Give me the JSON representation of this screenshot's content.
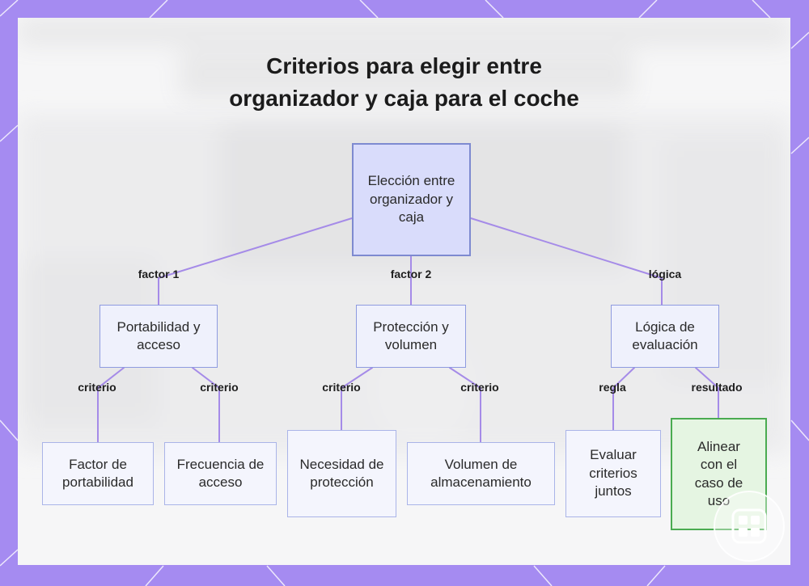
{
  "title": {
    "line1": "Criterios para elegir entre",
    "line2": "organizador y caja para el coche"
  },
  "nodes": {
    "root": "Elección entre organizador y caja",
    "portabilidad": "Portabilidad y acceso",
    "proteccion": "Protección y volumen",
    "logica": "Lógica de evaluación",
    "factor_portabilidad": "Factor de portabilidad",
    "frecuencia": "Frecuencia de acceso",
    "necesidad": "Necesidad de protección",
    "volumen": "Volumen de almacenamiento",
    "evaluar": "Evaluar criterios juntos",
    "alinear": "Alinear con el caso de uso"
  },
  "edges": {
    "factor1": "factor 1",
    "factor2": "factor 2",
    "logica": "lógica",
    "criterio_1": "criterio",
    "criterio_2": "criterio",
    "criterio_3": "criterio",
    "criterio_4": "criterio",
    "regla": "regla",
    "resultado": "resultado"
  },
  "colors": {
    "frame": "#a58bf1",
    "edge": "#a58be8",
    "root_fill": "#d9dcfb",
    "result_border": "#4aab50"
  },
  "icons": {
    "badge": "grid-logo-icon"
  }
}
